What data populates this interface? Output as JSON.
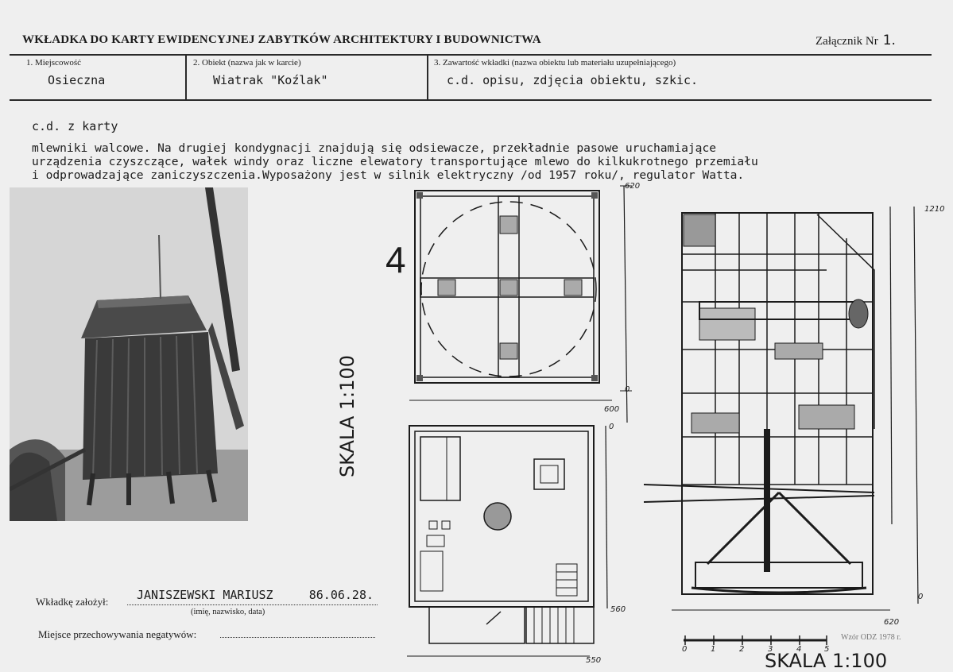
{
  "header": {
    "title": "WKŁADKA DO KARTY EWIDENCYJNEJ ZABYTKÓW ARCHITEKTURY I BUDOWNICTWA",
    "annex_label": "Załącznik Nr",
    "annex_number": "1."
  },
  "fields": [
    {
      "label": "1. Miejscowość",
      "value": "Osieczna"
    },
    {
      "label": "2. Obiekt (nazwa jak w karcie)",
      "value": "Wiatrak \"Koźlak\""
    },
    {
      "label": "3. Zawartość wkładki (nazwa obiektu lub materiału uzupełniającego)",
      "value": "c.d. opisu, zdjęcia obiektu, szkic."
    }
  ],
  "continuation": {
    "title": "c.d. z karty",
    "lines": [
      "mlewniki walcowe. Na drugiej kondygnacji znajdują się odsiewacze, przekładnie pasowe uruchamiające",
      "urządzenia czyszczące, wałek windy oraz liczne elewatory transportujące mlewo do kilkukrotnego przemiału",
      "i odprowadzające zaniczyszczenia.Wyposażony jest w silnik elektryczny /od 1957 roku/, regulator Watta."
    ]
  },
  "drawings": {
    "scale_vertical": "SKALA 1:100",
    "scale_bottom": "SKALA 1:100",
    "margin_mark": "4",
    "dims": {
      "d620a": "620",
      "d600": "600",
      "d0a": "0",
      "d0b": "0",
      "d560": "560",
      "d550": "550",
      "d1210": "1210",
      "d0c": "0",
      "d620b": "620"
    },
    "scale_ticks": [
      "0",
      "1",
      "2",
      "3",
      "4",
      "5"
    ]
  },
  "footer": {
    "founded_label": "Wkładkę założył:",
    "founded_value": "JANISZEWSKI MARIUSZ     86.06.28.",
    "founded_hint": "(imię, nazwisko, data)",
    "negatives_label": "Miejsce przechowywania negatywów:",
    "form_code": "Wzór ODZ 1978 r."
  },
  "colors": {
    "ink": "#1b1b1b",
    "paper": "#efefef",
    "photo_dark": "#2c2c2c"
  }
}
